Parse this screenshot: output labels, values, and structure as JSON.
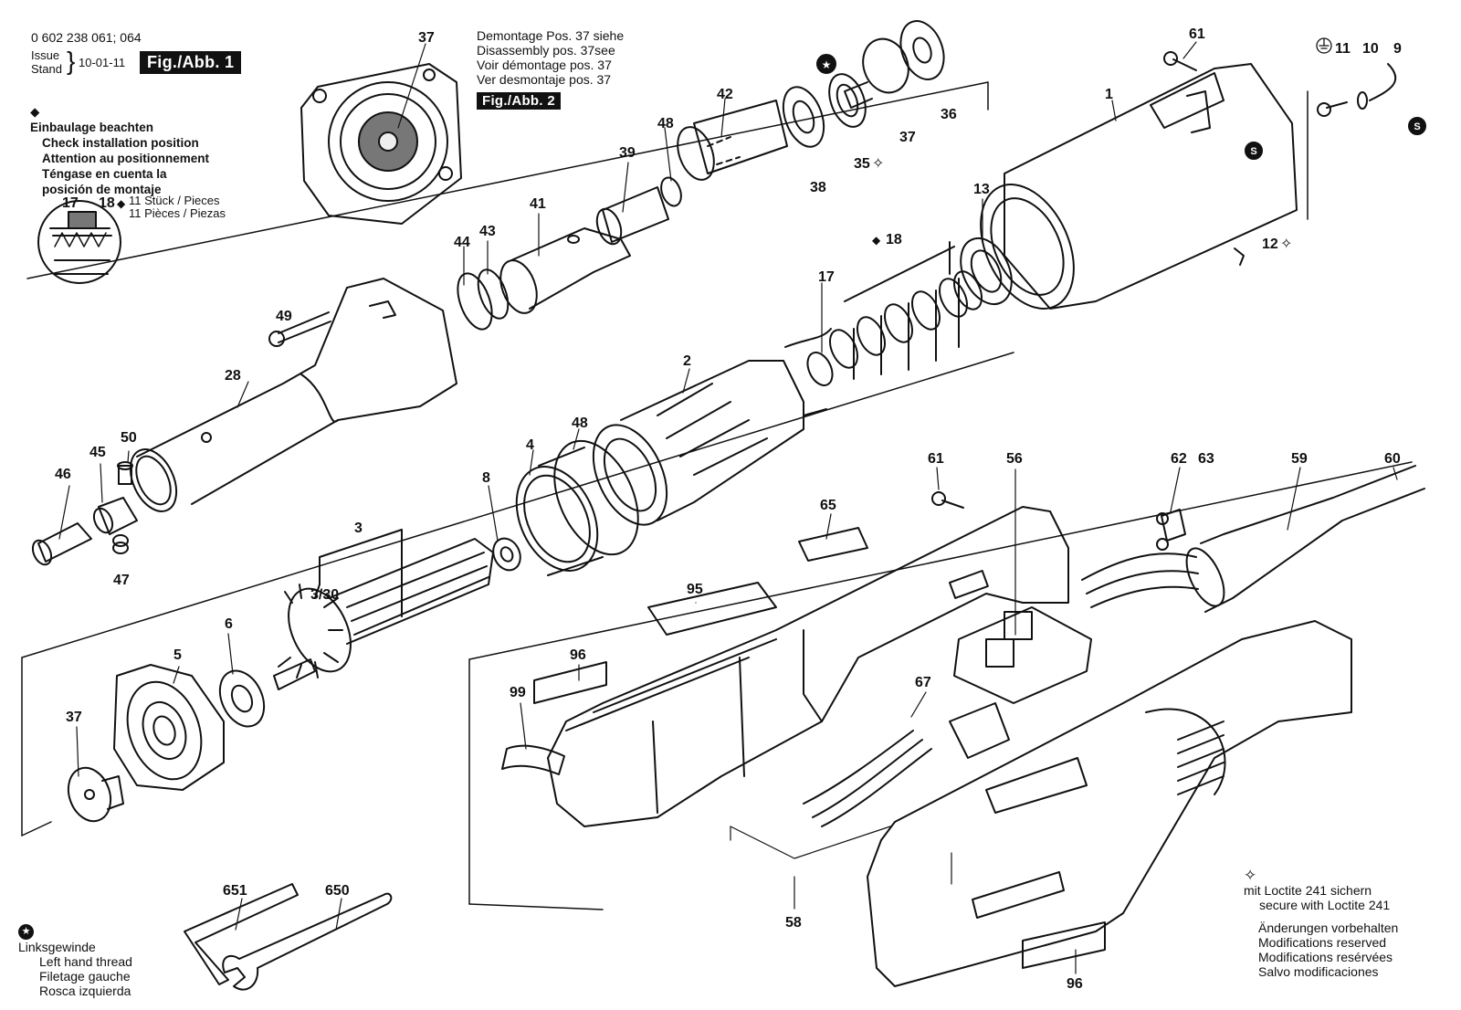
{
  "header": {
    "doc_number": "0 602 238 061; 064",
    "issue_label": "Issue",
    "stand_label": "Stand",
    "issue_date": "10-01-11",
    "fig1_label": "Fig./Abb. 1",
    "fig2_label": "Fig./Abb. 2"
  },
  "disassembly_note": [
    "Demontage Pos. 37 siehe",
    "Disassembly pos. 37see",
    "Voir démontage pos. 37",
    "Ver desmontaje pos. 37"
  ],
  "installation_note": [
    "Einbaulage beachten",
    "Check installation position",
    "Attention au positionnement",
    "Téngase en cuenta la",
    "posición de montaje"
  ],
  "pieces_note": [
    "11 Stück / Pieces",
    "11 Pièces / Piezas"
  ],
  "legend_left_thread": [
    "Linksgewinde",
    "Left hand thread",
    "Filetage gauche",
    "Rosca izquierda"
  ],
  "legend_loctite": [
    "mit Loctite 241 sichern",
    "secure with Loctite 241"
  ],
  "legend_modifications": [
    "Änderungen vorbehalten",
    "Modifications reserved",
    "Modifications resérvées",
    "Salvo modificaciones"
  ],
  "symbols": {
    "s_marker": "S"
  },
  "part_labels": {
    "p1": "1",
    "p2": "2",
    "p3": "3",
    "p3_30": "3/30",
    "p4": "4",
    "p5": "5",
    "p6": "6",
    "p8": "8",
    "p9": "9",
    "p10": "10",
    "p11": "11",
    "p12": "12",
    "p13": "13",
    "p17": "17",
    "p17_detail": "17",
    "p18": "18",
    "p18_detail": "18",
    "p28": "28",
    "p35": "35",
    "p36": "36",
    "p37_top": "37",
    "p37_mid": "37",
    "p37_left": "37",
    "p38": "38",
    "p39": "39",
    "p41": "41",
    "p42": "42",
    "p43": "43",
    "p44": "44",
    "p45": "45",
    "p46": "46",
    "p47": "47",
    "p48_top": "48",
    "p48_mid": "48",
    "p49": "49",
    "p50": "50",
    "p56": "56",
    "p58": "58",
    "p59": "59",
    "p60": "60",
    "p61_top": "61",
    "p61_mid": "61",
    "p62": "62",
    "p63": "63",
    "p65": "65",
    "p67": "67",
    "p95": "95",
    "p96_a": "96",
    "p96_b": "96",
    "p99": "99",
    "p650": "650",
    "p651": "651"
  }
}
